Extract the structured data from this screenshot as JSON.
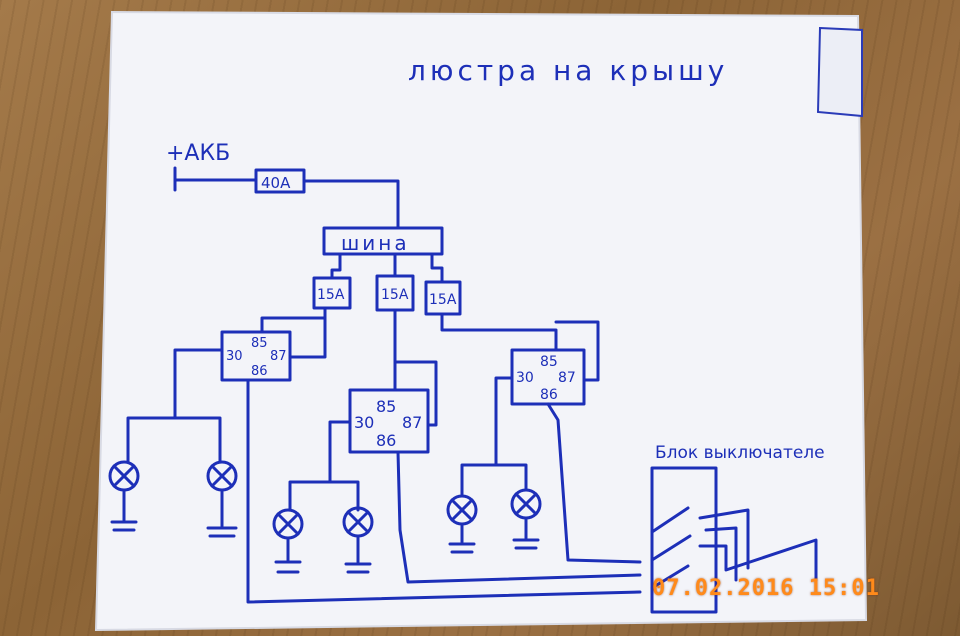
{
  "title": "люстра на крышу",
  "battery_label": "+АКБ",
  "main_fuse_label": "40А",
  "bus_label": "шина",
  "fuses": [
    "15А",
    "15А",
    "15А"
  ],
  "relays": [
    {
      "pins": {
        "p85": "85",
        "p30": "30",
        "p87": "87",
        "p86": "86"
      }
    },
    {
      "pins": {
        "p85": "85",
        "p30": "30",
        "p87": "87",
        "p86": "86"
      }
    },
    {
      "pins": {
        "p85": "85",
        "p30": "30",
        "p87": "87",
        "p86": "86"
      }
    }
  ],
  "switch_block_label": "Блок выключателе",
  "timestamp": "07.02.2016 15:01",
  "colors": {
    "ink": "#1d2fb8",
    "paper": "#f4f5fa",
    "stamp": "#ff8a1a"
  }
}
